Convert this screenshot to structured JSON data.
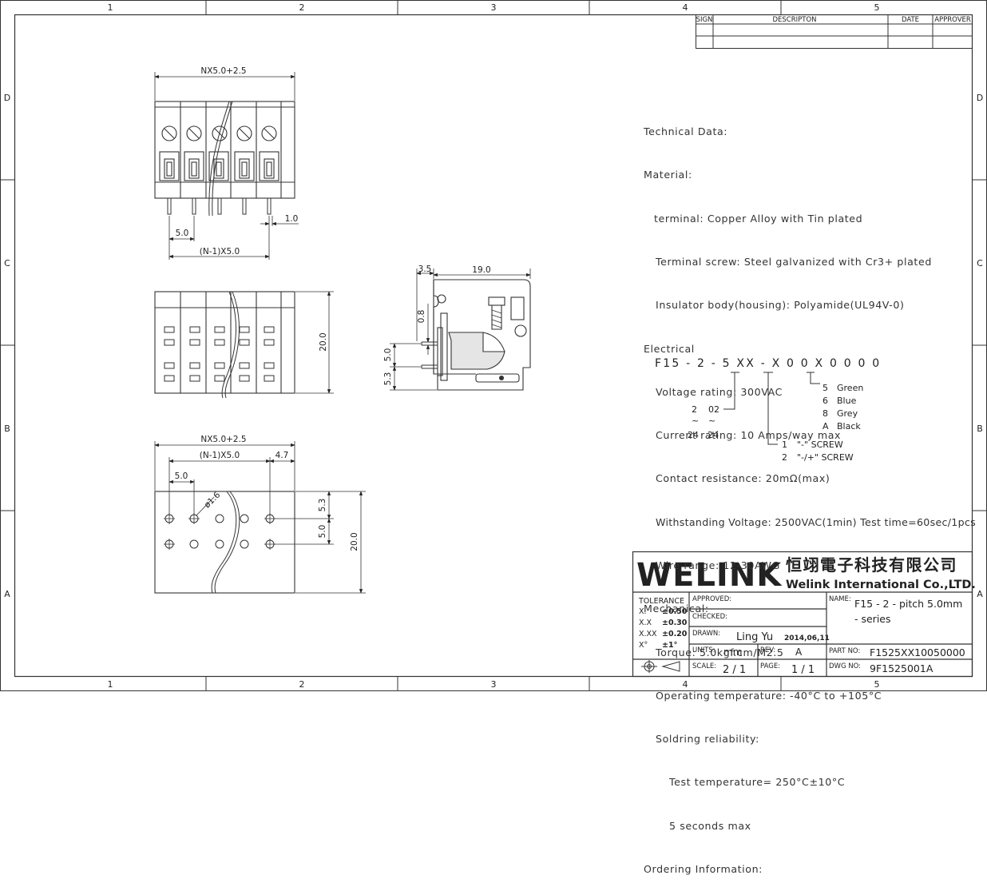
{
  "border": {
    "columns": [
      "1",
      "2",
      "3",
      "4",
      "5"
    ],
    "rows": [
      "D",
      "C",
      "B",
      "A"
    ]
  },
  "revision_block": {
    "headers": {
      "sign": "SIGN",
      "description": "DESCRIPTON",
      "date": "DATE",
      "approver": "APPROVER"
    }
  },
  "dimensions": {
    "top_width": "NX5.0+2.5",
    "pin_pitch": "5.0",
    "pin_offset": "1.0",
    "pin_span": "(N-1)X5.0",
    "side_height": "20.0",
    "profile_offset": "3.5",
    "profile_depth": "19.0",
    "profile_gap": "0.8",
    "profile_pitch": "5.0",
    "profile_bottom": "5.3",
    "pcb_width": "NX5.0+2.5",
    "pcb_span": "(N-1)X5.0",
    "pcb_edge": "4.7",
    "pcb_pitch": "5.0",
    "pcb_hole": "ø1.6",
    "pcb_row_offset": "5.3",
    "pcb_row_pitch": "5.0",
    "pcb_height": "20.0"
  },
  "technical_data": {
    "lines": [
      {
        "text": "Technical Data:",
        "indent": 0
      },
      {
        "text": "Material:",
        "indent": 0
      },
      {
        "text": "terminal: Copper Alloy with Tin plated",
        "indent": 1
      },
      {
        "text": "Terminal screw: Steel galvanized with Cr3+ plated",
        "indent": 2
      },
      {
        "text": "Insulator body(housing): Polyamide(UL94V-0)",
        "indent": 2
      },
      {
        "text": "Electrical",
        "indent": 0
      },
      {
        "text": "Voltage rating: 300VAC",
        "indent": 2
      },
      {
        "text": "Current rating: 10 Amps/way max",
        "indent": 2
      },
      {
        "text": "Contact resistance: 20mΩ(max)",
        "indent": 2
      },
      {
        "text": "Withstanding Voltage: 2500VAC(1min) Test time=60sec/1pcs",
        "indent": 2
      },
      {
        "text": "Wire range: 12-30AWG",
        "indent": 2
      },
      {
        "text": "Mechanical:",
        "indent": 0
      },
      {
        "text": "Torque: 5.0kgf.cm/M2.5",
        "indent": 2
      },
      {
        "text": "Operating temperature: -40°C to +105°C",
        "indent": 2
      },
      {
        "text": "Soldring reliability:",
        "indent": 2
      },
      {
        "text": "Test temperature= 250°C±10°C",
        "indent": 3
      },
      {
        "text": "5 seconds max",
        "indent": 3
      },
      {
        "text": "Ordering Information:",
        "indent": 0
      }
    ]
  },
  "ordering": {
    "code": "F15 - 2 - 5 XX - X 0  0 X  0 0 0 0",
    "poles": {
      "min_code": "2",
      "min_value": "02",
      "tilde": "~",
      "max_code": "24",
      "max_value": "24"
    },
    "screw_options": [
      {
        "code": "1",
        "label": "\"-\" SCREW"
      },
      {
        "code": "2",
        "label": "\"-/+\" SCREW"
      }
    ],
    "colors": [
      {
        "code": "5",
        "label": "Green"
      },
      {
        "code": "6",
        "label": "Blue"
      },
      {
        "code": "8",
        "label": "Grey"
      },
      {
        "code": "A",
        "label": "Black"
      }
    ]
  },
  "title_block": {
    "logo": "WELINK",
    "company_cn": "恒翊電子科技有限公司",
    "company_en": "Welink International Co.,LTD.",
    "tolerance_label": "TOLERANCE",
    "tolerances": [
      {
        "label": "X.",
        "value": "±0.50"
      },
      {
        "label": "X.X",
        "value": "±0.30"
      },
      {
        "label": "X.XX",
        "value": "±0.20"
      },
      {
        "label": "X°",
        "value": "±1°"
      }
    ],
    "approved_label": "APPROVED:",
    "checked_label": "CHECKED:",
    "drawn_label": "DRAWN:",
    "drawn_by": "Ling Yu",
    "drawn_date": "2014,06,11",
    "units_label": "UNITS:",
    "units": "mm",
    "rev_label": "REV:",
    "rev": "A",
    "scale_label": "SCALE:",
    "scale": "2 / 1",
    "page_label": "PAGE:",
    "page": "1 / 1",
    "name_label": "NAME:",
    "name_line1": "F15 - 2 - pitch 5.0mm",
    "name_line2": "- series",
    "part_label": "PART NO:",
    "part_no": "F1525XX10050000",
    "dwg_label": "DWG NO:",
    "dwg_no": "9F1525001A"
  }
}
